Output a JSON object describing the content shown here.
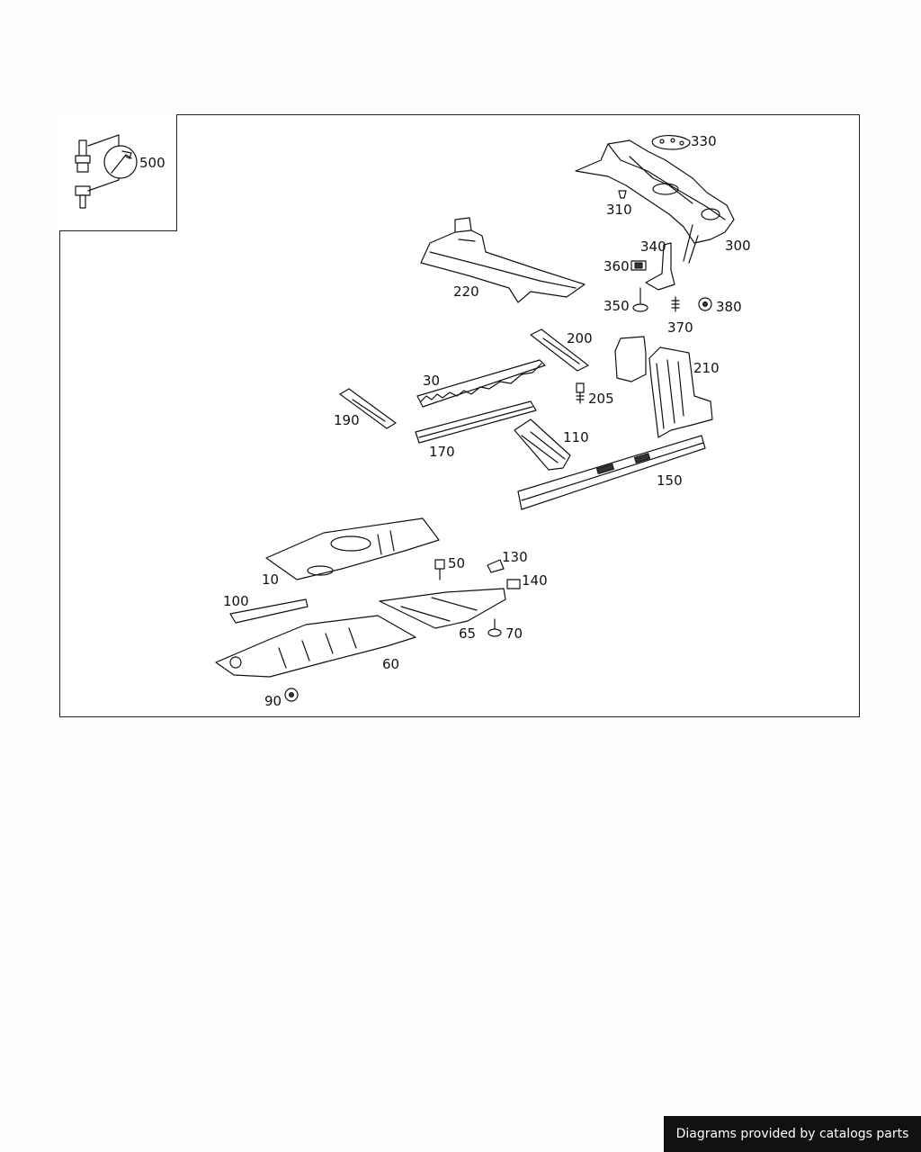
{
  "callouts": {
    "c500": "500",
    "c330": "330",
    "c310": "310",
    "c300": "300",
    "c340": "340",
    "c360": "360",
    "c350": "350",
    "c370": "370",
    "c380": "380",
    "c220": "220",
    "c200": "200",
    "c210": "210",
    "c30": "30",
    "c205": "205",
    "c190": "190",
    "c170": "170",
    "c110": "110",
    "c150": "150",
    "c10": "10",
    "c50": "50",
    "c130": "130",
    "c140": "140",
    "c100": "100",
    "c65": "65",
    "c70": "70",
    "c60": "60",
    "c90": "90"
  },
  "footer": {
    "text": "Diagrams provided by catalogs parts"
  }
}
